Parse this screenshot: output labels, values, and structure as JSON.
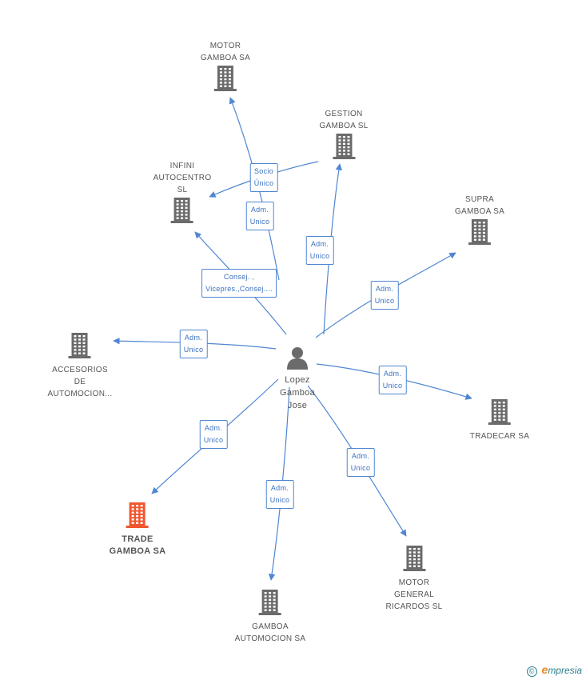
{
  "colors": {
    "edge": "#4f86d2",
    "building": "#6b6b6b",
    "highlight": "#f0562f",
    "person": "#6b6b6b"
  },
  "center": {
    "label": "Lopez\nGamboa\nJose",
    "icon": "person-icon"
  },
  "companies": [
    {
      "id": "motor-gamboa",
      "label": "MOTOR\nGAMBOA SA",
      "highlight": false
    },
    {
      "id": "gestion-gamboa",
      "label": "GESTION\nGAMBOA SL",
      "highlight": false
    },
    {
      "id": "infini-autocentro",
      "label": "INFINI\nAUTOCENTRO\nSL",
      "highlight": false
    },
    {
      "id": "supra-gamboa",
      "label": "SUPRA\nGAMBOA SA",
      "highlight": false
    },
    {
      "id": "accesorios",
      "label": "ACCESORIOS\nDE\nAUTOMOCION...",
      "highlight": false
    },
    {
      "id": "tradecar",
      "label": "TRADECAR SA",
      "highlight": false
    },
    {
      "id": "trade-gamboa",
      "label": "TRADE\nGAMBOA SA",
      "highlight": true
    },
    {
      "id": "gamboa-automocion",
      "label": "GAMBOA\nAUTOMOCION SA",
      "highlight": false
    },
    {
      "id": "motor-general",
      "label": "MOTOR\nGENERAL\nRICARDOS SL",
      "highlight": false
    }
  ],
  "relations": [
    {
      "label": "Socio\nÚnico"
    },
    {
      "label": "Adm.\nUnico"
    },
    {
      "label": "Consej. ,\nVicepres.,Consej...."
    },
    {
      "label": "Adm.\nUnico"
    },
    {
      "label": "Adm.\nUnico"
    },
    {
      "label": "Adm.\nUnico"
    },
    {
      "label": "Adm.\nUnico"
    },
    {
      "label": "Adm.\nUnico"
    },
    {
      "label": "Adm.\nUnico"
    },
    {
      "label": "Adm.\nUnico"
    }
  ],
  "brand": {
    "copyright": "©",
    "e": "e",
    "text": "mpresia"
  }
}
